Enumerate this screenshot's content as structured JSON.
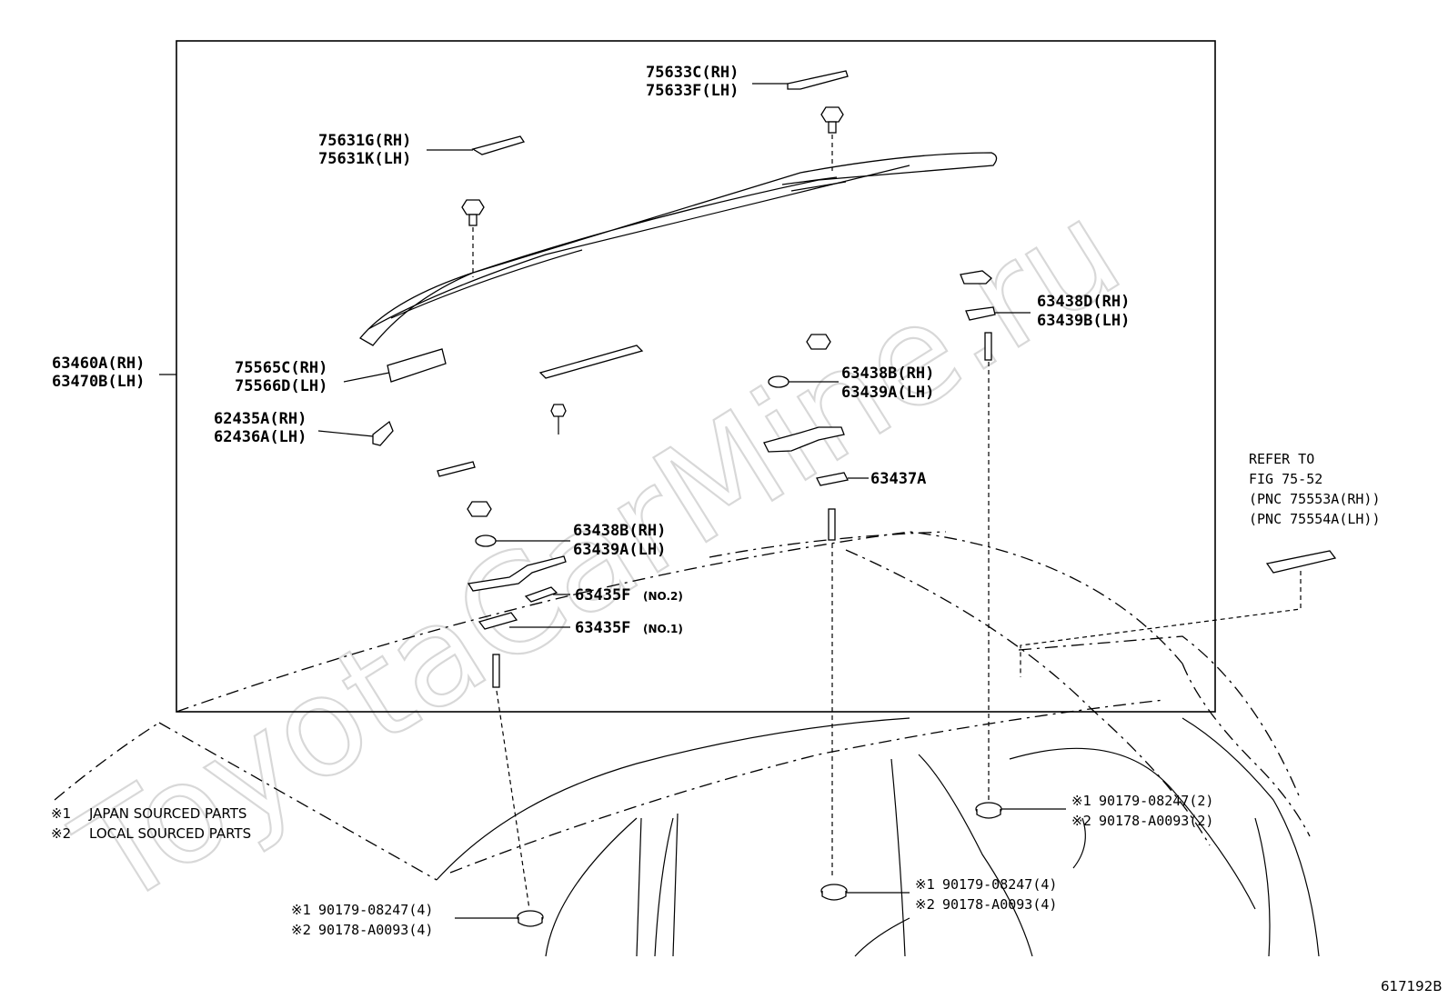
{
  "watermark": "ToyotaCarMine.ru",
  "figure_code": "617192B",
  "notes": {
    "n1_mark": "※1",
    "n1_text": "JAPAN SOURCED PARTS",
    "n2_mark": "※2",
    "n2_text": "LOCAL SOURCED PARTS"
  },
  "refer": {
    "l1": "REFER TO",
    "l2": "FIG 75-52",
    "l3": "(PNC 75553A(RH))",
    "l4": "(PNC 75554A(LH))"
  },
  "parts": {
    "rail_rh": "63460A(RH)",
    "rail_lh": "63470B(LH)",
    "c633_rh": "75633C(RH)",
    "c633_lh": "75633F(LH)",
    "c631_rh": "75631G(RH)",
    "c631_lh": "75631K(LH)",
    "c565_rh": "75565C(RH)",
    "c566_lh": "75566D(LH)",
    "c435_rh": "62435A(RH)",
    "c436_lh": "62436A(LH)",
    "p438d_rh": "63438D(RH)",
    "p439b_lh": "63439B(LH)",
    "p438b_rh_mid": "63438B(RH)",
    "p439a_lh_mid": "63439A(LH)",
    "p437a": "63437A",
    "p438b_rh_low": "63438B(RH)",
    "p439a_lh_low": "63439A(LH)",
    "p435f_a": "63435F",
    "p435f_a_no": "(NO.2)",
    "p435f_b": "63435F",
    "p435f_b_no": "(NO.1)"
  },
  "fasteners": {
    "right": {
      "m1": "※1",
      "l1": "90179-08247(2)",
      "m2": "※2",
      "l2": "90178-A0093(2)"
    },
    "middle": {
      "m1": "※1",
      "l1": "90179-08247(4)",
      "m2": "※2",
      "l2": "90178-A0093(4)"
    },
    "left": {
      "m1": "※1",
      "l1": "90179-08247(4)",
      "m2": "※2",
      "l2": "90178-A0093(4)"
    }
  }
}
